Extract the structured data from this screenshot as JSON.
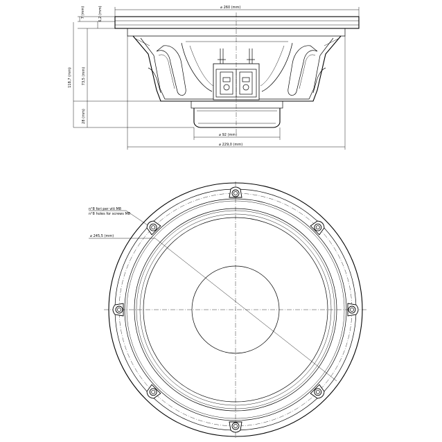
{
  "side_view": {
    "dim_top_width": "⌀ 260 (mm)",
    "dim_cone_dia": "⌀ 92 (mm)",
    "dim_baffle_dia": "⌀ 229,0 (mm)",
    "dim_flange": "7 (mm)",
    "dim_gasket": "6,2 (mm)",
    "dim_total_depth": "118,7 (mm)",
    "dim_depth_basket": "73,5 (mm)",
    "dim_magnet": "28 (mm)"
  },
  "front_view": {
    "hole_note_it": "n°8 fori per viti M8",
    "hole_note_en": "n°8 holes for screws M8",
    "dim_bolt_circle": "⌀ 245,5 (mm)",
    "mounting_holes": 8
  }
}
